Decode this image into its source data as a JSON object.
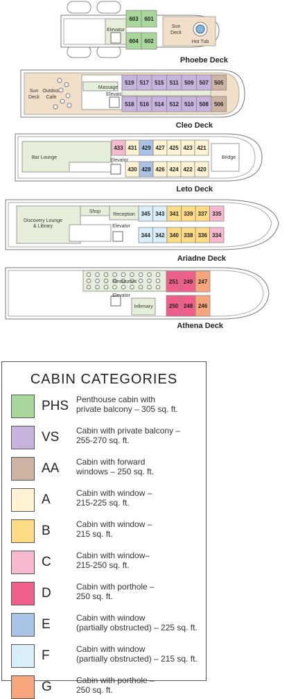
{
  "colors": {
    "PHS": "#a9d69a",
    "VS": "#c7b3dd",
    "AA": "#cdb3a3",
    "A": "#fff3d3",
    "B": "#fddc85",
    "C": "#f6b9cf",
    "D": "#ef5f8c",
    "E": "#a8c3e6",
    "F": "#d9eef9",
    "G": "#f7a57a",
    "public": "#e5efd9",
    "sundeck": "#f1dfca"
  },
  "decks": {
    "phoebe": {
      "name": "Phoebe Deck",
      "labels": {
        "elevator": "Elevator",
        "sun_deck_1": "Sun",
        "sun_deck_2": "Deck",
        "hot_tub": "Hot Tub"
      },
      "cabins": [
        {
          "no": "603",
          "cat": "PHS"
        },
        {
          "no": "601",
          "cat": "PHS"
        },
        {
          "no": "604",
          "cat": "PHS"
        },
        {
          "no": "602",
          "cat": "PHS"
        }
      ]
    },
    "cleo": {
      "name": "Cleo Deck",
      "labels": {
        "sun_deck_1": "Sun",
        "sun_deck_2": "Deck",
        "outdoor_1": "Outdoor",
        "outdoor_2": "Cafe",
        "massage": "Massage",
        "elevator": "Elevator"
      },
      "cabins": [
        {
          "no": "519",
          "cat": "VS"
        },
        {
          "no": "517",
          "cat": "VS"
        },
        {
          "no": "515",
          "cat": "VS"
        },
        {
          "no": "511",
          "cat": "VS"
        },
        {
          "no": "509",
          "cat": "VS"
        },
        {
          "no": "507",
          "cat": "VS"
        },
        {
          "no": "505",
          "cat": "AA"
        },
        {
          "no": "518",
          "cat": "VS"
        },
        {
          "no": "516",
          "cat": "VS"
        },
        {
          "no": "514",
          "cat": "VS"
        },
        {
          "no": "512",
          "cat": "VS"
        },
        {
          "no": "510",
          "cat": "VS"
        },
        {
          "no": "508",
          "cat": "VS"
        },
        {
          "no": "506",
          "cat": "AA"
        }
      ]
    },
    "leto": {
      "name": "Leto Deck",
      "labels": {
        "bar_lounge": "Bar Lounge",
        "elevator": "Elevator",
        "bridge": "Bridge"
      },
      "cabins": [
        {
          "no": "433",
          "cat": "C"
        },
        {
          "no": "431",
          "cat": "A"
        },
        {
          "no": "429",
          "cat": "E"
        },
        {
          "no": "427",
          "cat": "A"
        },
        {
          "no": "425",
          "cat": "A"
        },
        {
          "no": "423",
          "cat": "A"
        },
        {
          "no": "421",
          "cat": "A"
        },
        {
          "no": "430",
          "cat": "A"
        },
        {
          "no": "428",
          "cat": "E"
        },
        {
          "no": "426",
          "cat": "A"
        },
        {
          "no": "424",
          "cat": "A"
        },
        {
          "no": "422",
          "cat": "A"
        },
        {
          "no": "420",
          "cat": "A"
        }
      ]
    },
    "ariadne": {
      "name": "Ariadne Deck",
      "labels": {
        "discovery_1": "Discovery Lounge",
        "discovery_2": "& Library",
        "shop": "Shop",
        "reception": "Reception",
        "elevator": "Elevator"
      },
      "cabins": [
        {
          "no": "345",
          "cat": "F"
        },
        {
          "no": "343",
          "cat": "F"
        },
        {
          "no": "341",
          "cat": "B"
        },
        {
          "no": "339",
          "cat": "B"
        },
        {
          "no": "337",
          "cat": "B"
        },
        {
          "no": "335",
          "cat": "C"
        },
        {
          "no": "344",
          "cat": "F"
        },
        {
          "no": "342",
          "cat": "F"
        },
        {
          "no": "340",
          "cat": "B"
        },
        {
          "no": "338",
          "cat": "B"
        },
        {
          "no": "336",
          "cat": "B"
        },
        {
          "no": "334",
          "cat": "C"
        }
      ]
    },
    "athena": {
      "name": "Athena Deck",
      "labels": {
        "restaurant": "Restaurant",
        "elevator": "Elevator",
        "infirmary": "Infirmary"
      },
      "cabins": [
        {
          "no": "251",
          "cat": "D"
        },
        {
          "no": "249",
          "cat": "D"
        },
        {
          "no": "247",
          "cat": "G"
        },
        {
          "no": "250",
          "cat": "D"
        },
        {
          "no": "248",
          "cat": "D"
        },
        {
          "no": "246",
          "cat": "G"
        }
      ]
    }
  },
  "legend": {
    "title": "CABIN CATEGORIES",
    "items": [
      {
        "code": "PHS",
        "desc": "Penthouse cabin with\nprivate balcony – 305 sq. ft."
      },
      {
        "code": "VS",
        "desc": "Cabin with private balcony –\n255-270 sq. ft."
      },
      {
        "code": "AA",
        "desc": "Cabin with forward\nwindows – 250 sq. ft."
      },
      {
        "code": "A",
        "desc": "Cabin with window –\n215-225 sq. ft."
      },
      {
        "code": "B",
        "desc": "Cabin with window –\n215 sq. ft."
      },
      {
        "code": "C",
        "desc": "Cabin with window–\n215-250 sq. ft."
      },
      {
        "code": "D",
        "desc": "Cabin with porthole –\n250 sq. ft."
      },
      {
        "code": "E",
        "desc": "Cabin with window\n(partially obstructed) – 225 sq. ft."
      },
      {
        "code": "F",
        "desc": "Cabin with window\n(partially obstructed) – 215 sq. ft."
      },
      {
        "code": "G",
        "desc": "Cabin with porthole –\n250 sq. ft."
      }
    ]
  }
}
